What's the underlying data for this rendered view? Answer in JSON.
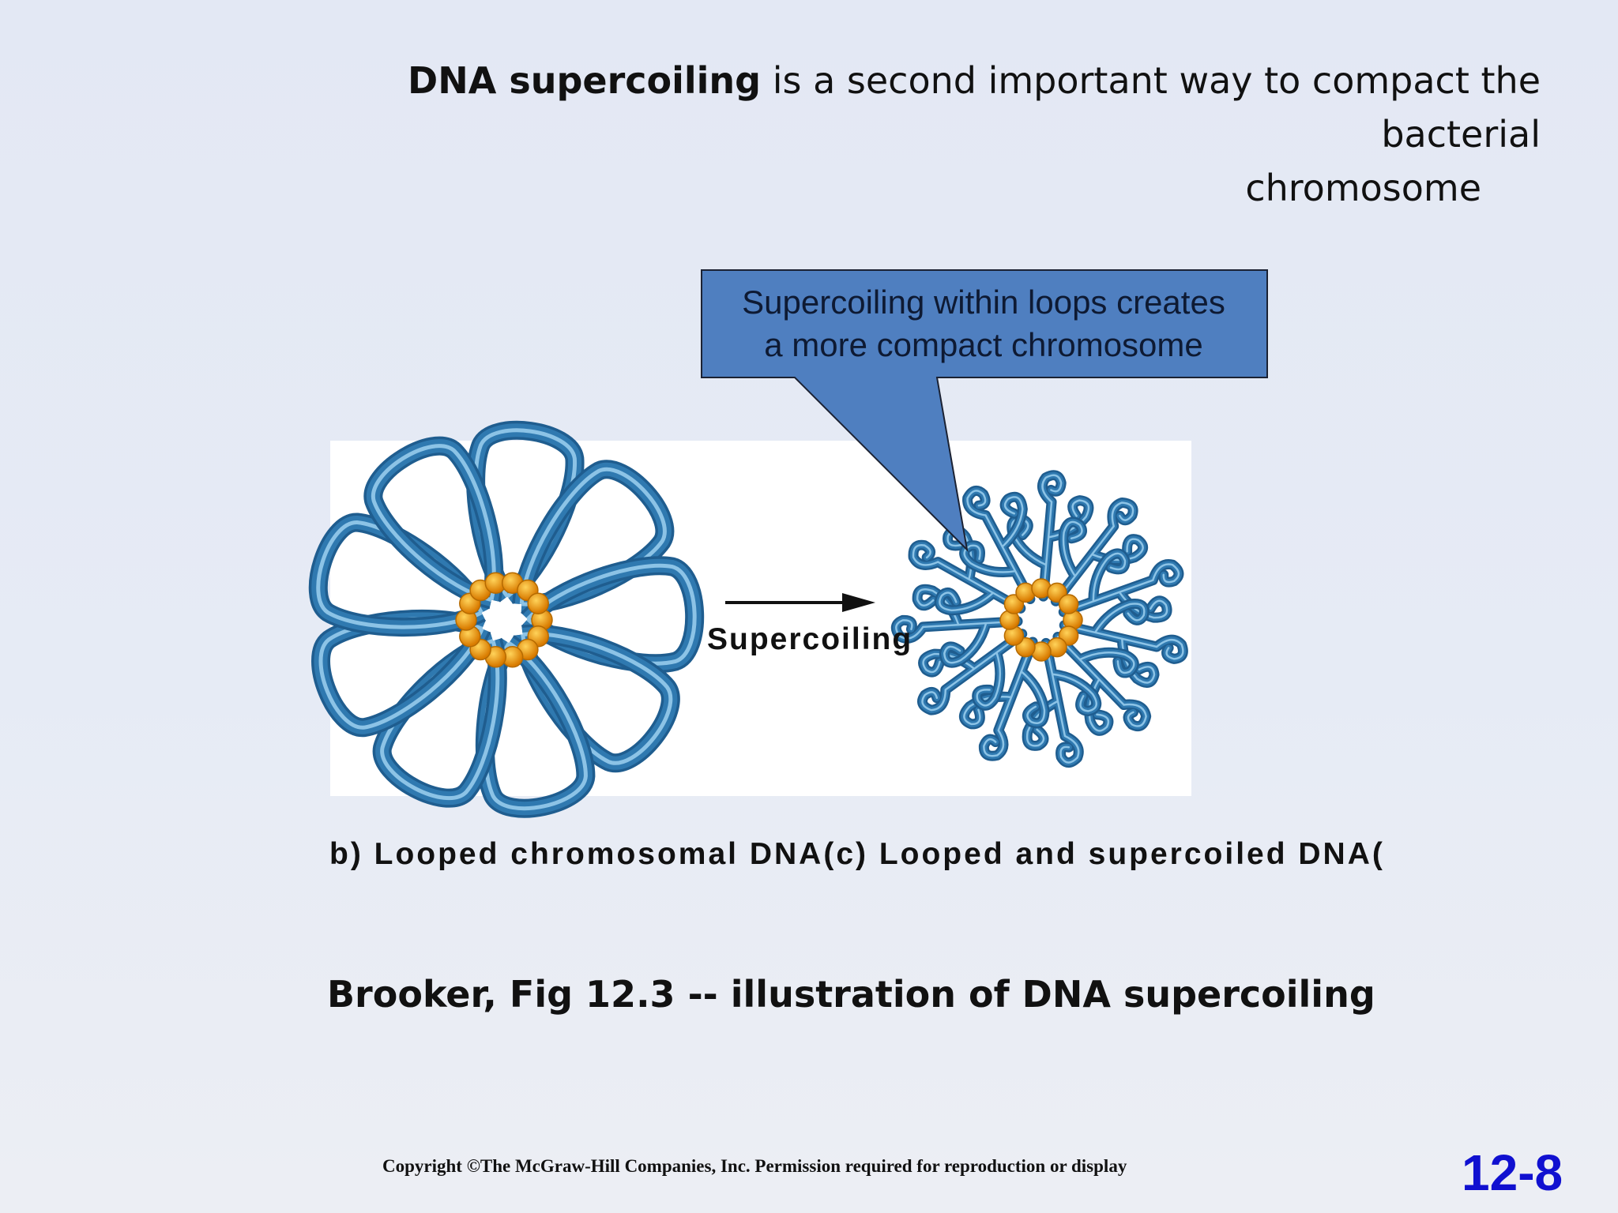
{
  "slide": {
    "title_bold": "DNA supercoiling",
    "title_rest": " is a second important way to compact the bacterial",
    "title_line2": "chromosome",
    "callout_line1": "Supercoiling within loops  creates",
    "callout_line2": "a more compact chromosome",
    "arrow_label": "Supercoiling",
    "caption": "b) Looped chromosomal DNA(c) Looped and supercoiled DNA(",
    "source": "Brooker, Fig 12.3 -- illustration of DNA supercoiling",
    "copyright": "Copyright ©The McGraw-Hill Companies, Inc. Permission required for reproduction or display",
    "slide_number": "12-8"
  },
  "colors": {
    "dna_blue": "#2f79b0",
    "dna_light": "#8cc3e6",
    "protein_orange": "#e6900f",
    "callout_fill": "#4f7fc0",
    "slide_number": "#1010d0"
  }
}
